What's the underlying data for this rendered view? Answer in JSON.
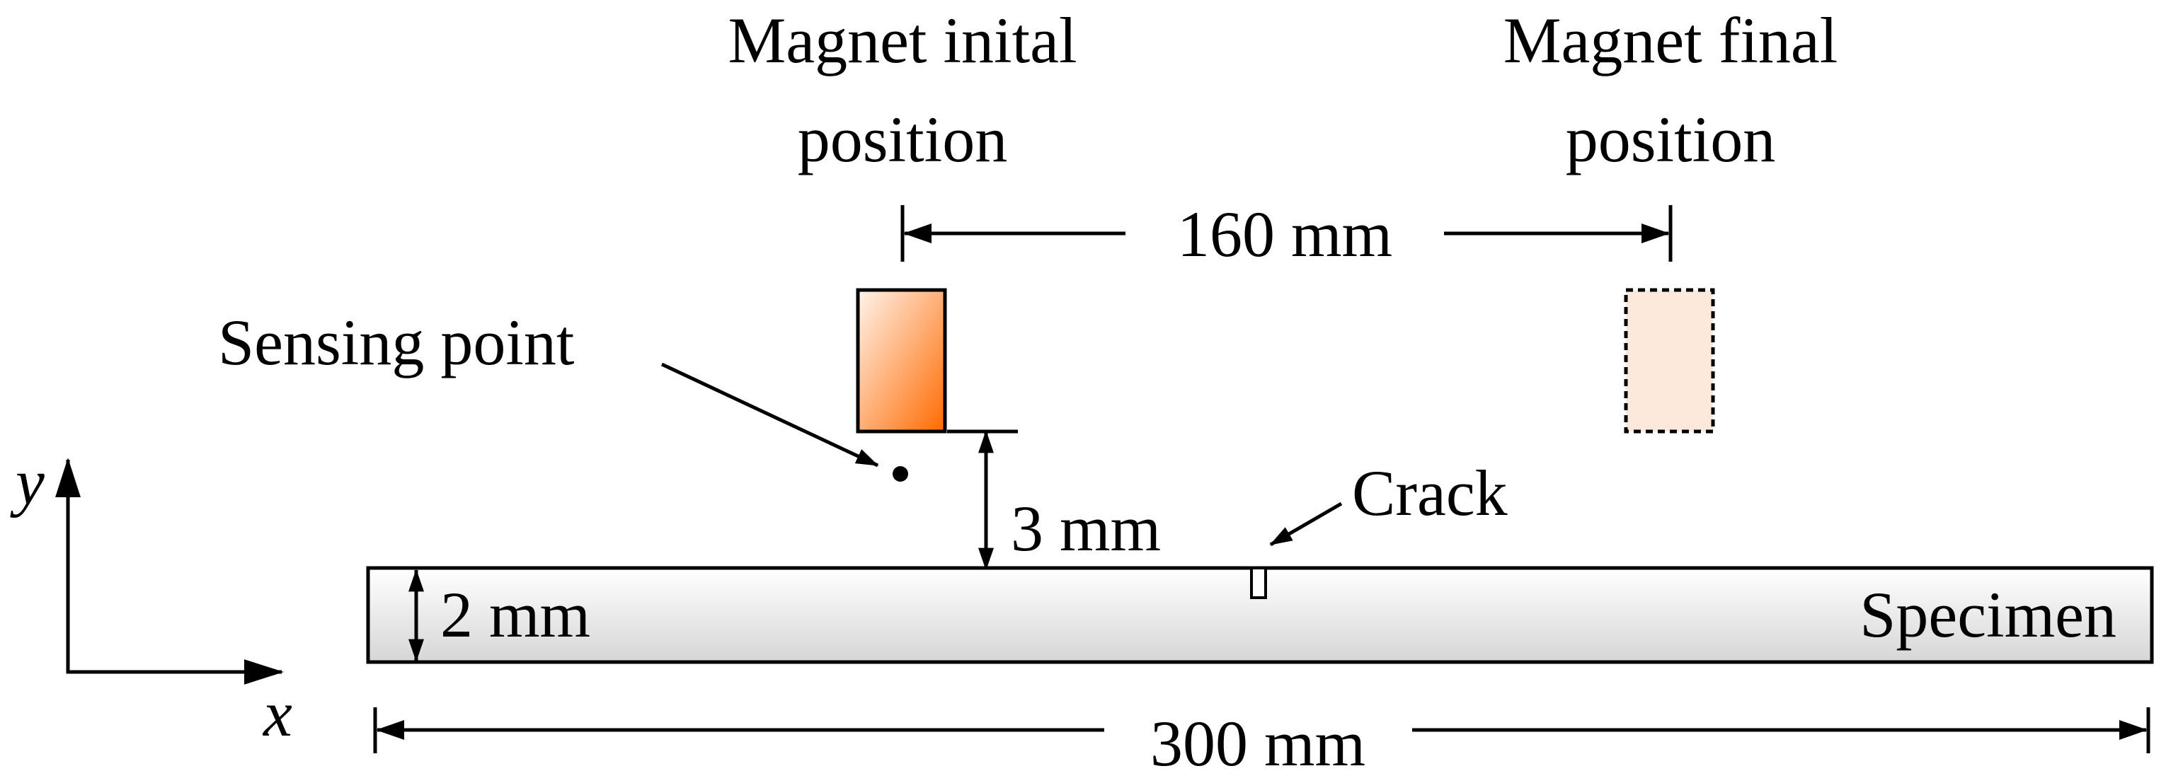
{
  "labels": {
    "magnet_initial_line1": "Magnet inital",
    "magnet_initial_line2": "position",
    "magnet_final_line1": "Magnet final",
    "magnet_final_line2": "position",
    "distance_160": "160 mm",
    "sensing_point": "Sensing point",
    "lift_off": "3 mm",
    "crack": "Crack",
    "thickness": "2 mm",
    "specimen": "Specimen",
    "length_300": "300 mm",
    "axis_x": "x",
    "axis_y": "y"
  },
  "colors": {
    "magnet_gradient_light": "#fff4ec",
    "magnet_gradient_dark": "#ff6a00",
    "magnet_final_fill": "#fde9db",
    "specimen_gradient_top": "#ffffff",
    "specimen_gradient_bottom": "#d6d6d6",
    "stroke": "#000000"
  }
}
